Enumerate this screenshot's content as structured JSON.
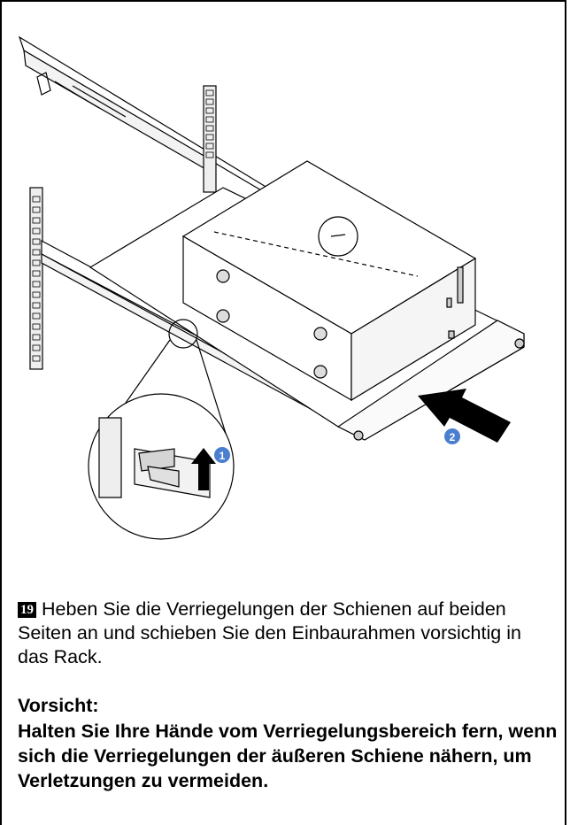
{
  "illustration": {
    "callout_1": "1",
    "callout_2": "2",
    "accent_color": "#4a7fd0"
  },
  "step": {
    "number": "19",
    "text": "Heben Sie die Verriegelungen der Schienen auf beiden Seiten an und schieben Sie den Einbaurahmen vorsichtig in das Rack."
  },
  "warning": {
    "title": "Vorsicht:",
    "text": "Halten Sie Ihre Hände vom Verriegelungsbereich fern, wenn sich die Verriegelungen der äußeren Schiene nähern, um Verletzungen zu vermeiden."
  }
}
